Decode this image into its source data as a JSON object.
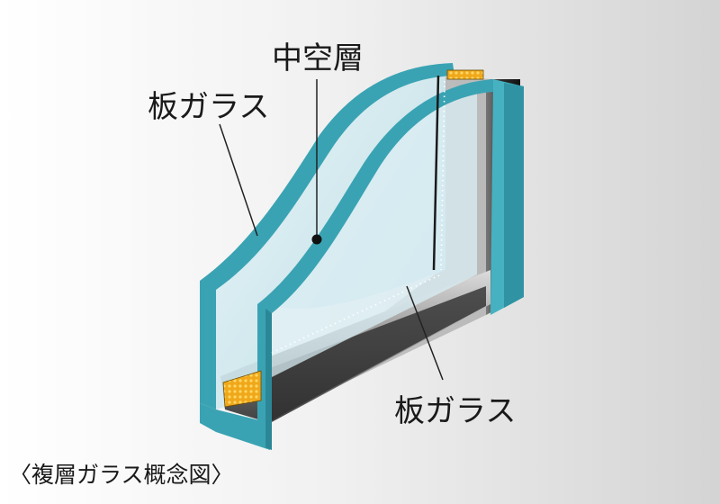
{
  "labels": {
    "pane_top": "板ガラス",
    "cavity": "中空層",
    "pane_bottom": "板ガラス"
  },
  "caption": "〈複層ガラス概念図〉",
  "colors": {
    "glass_edge": "#3aa3b3",
    "glass_edge_dark": "#2b8796",
    "spacer": "#e9a318",
    "frame": "#3a3a3a"
  }
}
